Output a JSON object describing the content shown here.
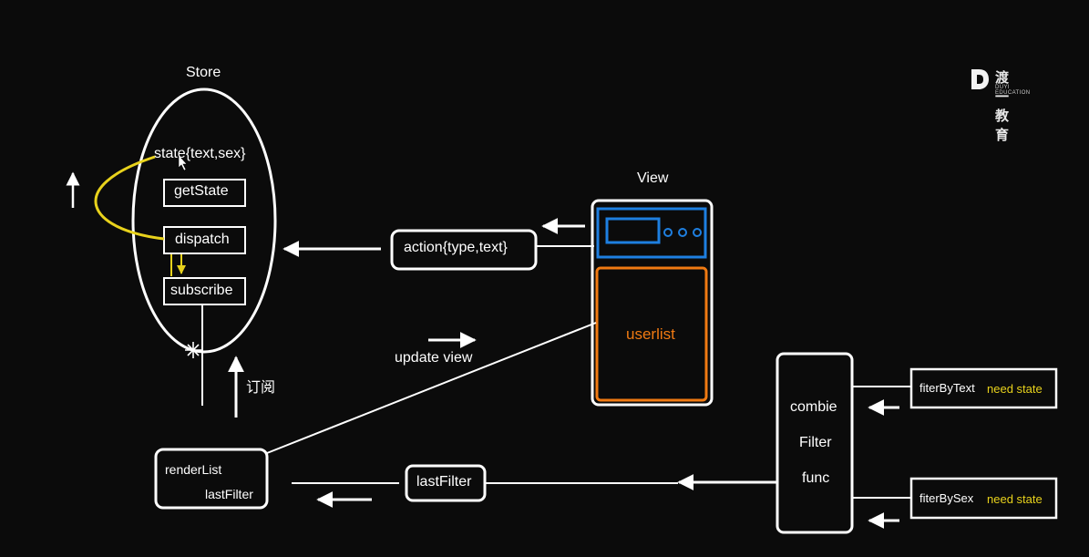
{
  "logo": {
    "text": "渡一教育",
    "subtext": "DUYI EDUCATION"
  },
  "store": {
    "title": "Store",
    "state": "state{text,sex}",
    "get_state": "getState",
    "dispatch": "dispatch",
    "subscribe": "subscribe",
    "subscribe_note": "订阅"
  },
  "view": {
    "title": "View",
    "userlist": "userlist"
  },
  "action_label": "action{type,text}",
  "update_view_label": "update view",
  "render_list": {
    "line1": "renderList",
    "line2": "lastFilter"
  },
  "last_filter_label": "lastFilter",
  "combine": {
    "line1": "combie",
    "line2": "Filter",
    "line3": "func"
  },
  "filter_by_text": {
    "name": "fiterByText",
    "note": "need state"
  },
  "filter_by_sex": {
    "name": "fiterBySex",
    "note": "need state"
  },
  "colors": {
    "background": "#0b0b0b",
    "line": "#ffffff",
    "accent_yellow": "#e8d21c",
    "view_blue": "#1e7fe0",
    "view_orange": "#f07a12"
  }
}
